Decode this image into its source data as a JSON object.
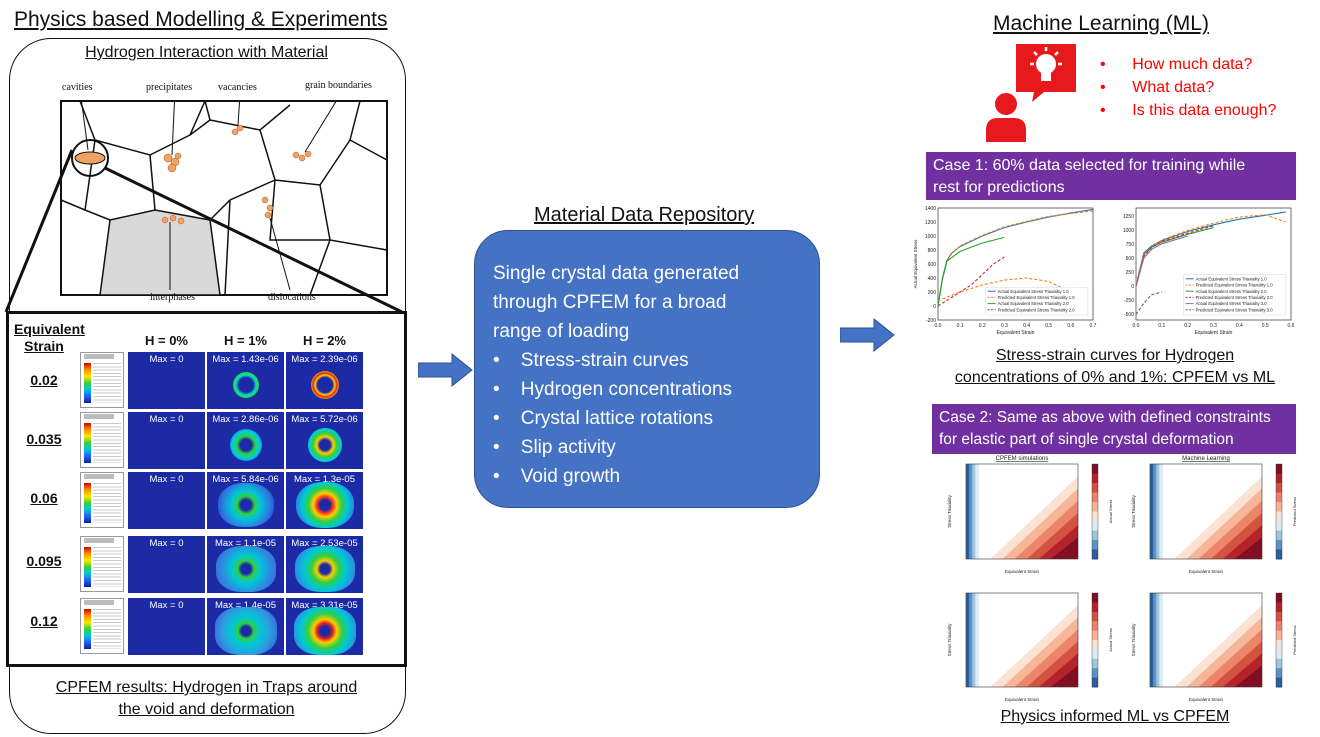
{
  "left": {
    "title": "Physics based Modelling & Experiments",
    "subtitle": "Hydrogen Interaction with Material",
    "trap_labels": {
      "cavities": "cavities",
      "precipitates": "precipitates",
      "vacancies": "vacancies",
      "grain_boundaries": "grain boundaries",
      "interphases": "interphases",
      "dislocations": "dislocations"
    },
    "strain_header": "Equivalent Strain",
    "columns": [
      "H = 0%",
      "H = 1%",
      "H = 2%"
    ],
    "rows": [
      {
        "strain": "0.02",
        "max": [
          "Max = 0",
          "Max = 1.43e-06",
          "Max = 2.39e-06"
        ]
      },
      {
        "strain": "0.035",
        "max": [
          "Max = 0",
          "Max = 2.86e-06",
          "Max = 5.72e-06"
        ]
      },
      {
        "strain": "0.06",
        "max": [
          "Max = 0",
          "Max = 5.84e-06",
          "Max = 1.3e-05"
        ]
      },
      {
        "strain": "0.095",
        "max": [
          "Max = 0",
          "Max = 1.1e-05",
          "Max = 2.53e-05"
        ]
      },
      {
        "strain": "0.12",
        "max": [
          "Max = 0",
          "Max = 1.4e-05",
          "Max = 3.31e-05"
        ]
      }
    ],
    "caption_line1": "CPFEM results: Hydrogen in Traps around",
    "caption_line2": "the void and deformation"
  },
  "middle": {
    "title": "Material Data Repository",
    "intro_lines": [
      "Single crystal data generated",
      "through CPFEM for a broad",
      "range of loading"
    ],
    "bullets": [
      "Stress-strain curves",
      "Hydrogen concentrations",
      "Crystal lattice rotations",
      "Slip activity",
      "Void growth"
    ]
  },
  "right": {
    "title": "Machine Learning (ML)",
    "questions": [
      "How much data?",
      "What data?",
      "Is this data enough?"
    ],
    "case1_lines": [
      "Case 1: 60% data selected for training while",
      "rest for predictions"
    ],
    "stress_caption_line1": "Stress-strain curves for Hydrogen",
    "stress_caption_line2": "concentrations of 0% and 1%: CPFEM vs ML",
    "case2_lines": [
      "Case 2: Same as above with defined constraints",
      "for elastic part of single crystal deformation"
    ],
    "heatmap_titles": [
      "CPFEM simulations",
      "Machine Learning"
    ],
    "bottom_caption": "Physics informed ML vs CPFEM"
  },
  "colors": {
    "accent_blue": "#4472c4",
    "purple": "#7030a0",
    "red": "#ff0000",
    "ml_icon_red": "#e8191c"
  },
  "chart_data": [
    {
      "type": "line",
      "xlabel": "Equivalent Strain",
      "ylabel": "Actual Equivalent Stress",
      "xlim": [
        0,
        0.7
      ],
      "ylim": [
        -200,
        1400
      ],
      "xticks": [
        "0.0",
        "0.1",
        "0.2",
        "0.3",
        "0.4",
        "0.5",
        "0.6",
        "0.7"
      ],
      "yticks": [
        "-200",
        "0",
        "200",
        "400",
        "600",
        "800",
        "1000",
        "1200",
        "1400"
      ],
      "series": [
        {
          "name": "Actual Equivalent Stress Triaxiality 1.0",
          "color": "#1f77b4",
          "dash": false,
          "x": [
            0,
            0.02,
            0.04,
            0.06,
            0.1,
            0.2,
            0.3,
            0.4,
            0.5,
            0.6,
            0.7
          ],
          "y": [
            0,
            400,
            650,
            750,
            850,
            1000,
            1120,
            1200,
            1270,
            1330,
            1380
          ]
        },
        {
          "name": "Predicted Equivalent Stress Triaxiality 1.0",
          "color": "#ff7f0e",
          "dash": true,
          "x": [
            0,
            0.02,
            0.04,
            0.06,
            0.1,
            0.2,
            0.3,
            0.4,
            0.5,
            0.6,
            0.7
          ],
          "y": [
            20,
            380,
            630,
            740,
            860,
            1010,
            1130,
            1210,
            1280,
            1320,
            1360
          ]
        },
        {
          "name": "Actual Equivalent Stress Triaxiality 2.0",
          "color": "#2ca02c",
          "dash": false,
          "x": [
            0,
            0.02,
            0.04,
            0.1,
            0.2,
            0.3
          ],
          "y": [
            0,
            380,
            640,
            780,
            900,
            980
          ]
        },
        {
          "name": "Predicted Equivalent Stress Triaxiality 2.0",
          "color": "#d62728",
          "dash": true,
          "x": [
            0,
            0.05,
            0.1,
            0.15,
            0.2,
            0.25,
            0.3
          ],
          "y": [
            0,
            100,
            200,
            300,
            450,
            600,
            700
          ]
        },
        {
          "name": "",
          "color": "#ff7f0e",
          "dash": true,
          "x": [
            0.02,
            0.1,
            0.2,
            0.3,
            0.4,
            0.5,
            0.6
          ],
          "y": [
            100,
            200,
            300,
            370,
            400,
            350,
            200
          ]
        }
      ]
    },
    {
      "type": "line",
      "xlabel": "Equivalent Strain",
      "ylabel": "",
      "xlim": [
        0,
        0.6
      ],
      "ylim": [
        -600,
        1400
      ],
      "xticks": [
        "0.0",
        "0.1",
        "0.2",
        "0.3",
        "0.4",
        "0.5",
        "0.6"
      ],
      "yticks": [
        "-500",
        "-250",
        "0",
        "250",
        "500",
        "750",
        "1000",
        "1250"
      ],
      "series": [
        {
          "name": "Actual Equivalent Stress Triaxiality 1.0",
          "color": "#1f77b4",
          "dash": false,
          "x": [
            0,
            0.03,
            0.06,
            0.1,
            0.2,
            0.3,
            0.4,
            0.5,
            0.58
          ],
          "y": [
            0,
            600,
            720,
            820,
            980,
            1100,
            1200,
            1270,
            1330
          ]
        },
        {
          "name": "Predicted Equivalent Stress Triaxiality 1.0",
          "color": "#ff7f0e",
          "dash": true,
          "x": [
            0,
            0.03,
            0.06,
            0.1,
            0.2,
            0.3,
            0.4,
            0.5,
            0.58
          ],
          "y": [
            50,
            580,
            700,
            830,
            1000,
            1130,
            1240,
            1280,
            1150
          ]
        },
        {
          "name": "Actual Equivalent Stress Triaxiality 2.0",
          "color": "#2ca02c",
          "dash": false,
          "x": [
            0,
            0.03,
            0.06,
            0.1,
            0.2,
            0.3
          ],
          "y": [
            0,
            560,
            700,
            790,
            930,
            1050
          ]
        },
        {
          "name": "Predicted Equivalent Stress Triaxiality 2.0",
          "color": "#d62728",
          "dash": true,
          "x": [
            0,
            0.03,
            0.06,
            0.1,
            0.2,
            0.3
          ],
          "y": [
            0,
            540,
            690,
            800,
            950,
            1080
          ]
        },
        {
          "name": "Actual Equivalent Stress Triaxiality 3.0",
          "color": "#9467bd",
          "dash": false,
          "x": [
            0,
            0.03,
            0.06,
            0.1,
            0.2
          ],
          "y": [
            0,
            500,
            660,
            760,
            900
          ]
        },
        {
          "name": "Predicted Equivalent Stress Triaxiality 3.0",
          "color": "#8c564b",
          "dash": true,
          "x": [
            0,
            0.03,
            0.06,
            0.1
          ],
          "y": [
            -500,
            -300,
            -150,
            -100
          ]
        }
      ]
    },
    {
      "type": "heatmap",
      "title": "CPFEM simulations",
      "xlabel": "Equivalent Strain",
      "ylabel": "Stress Triaxiality",
      "colorbar_label": "Actual Stress",
      "colorbar_range": [
        0,
        1000
      ],
      "xlim": [
        0,
        0.35
      ],
      "ylim": [
        1.0,
        3.0
      ]
    },
    {
      "type": "heatmap",
      "title": "Machine Learning",
      "xlabel": "Equivalent Strain",
      "ylabel": "Stress Triaxiality",
      "colorbar_label": "Predicted Stress",
      "colorbar_range": [
        0,
        1000
      ],
      "xlim": [
        0,
        0.35
      ],
      "ylim": [
        1.0,
        3.0
      ]
    },
    {
      "type": "heatmap",
      "title": "",
      "xlabel": "Equivalent Strain",
      "ylabel": "Stress Triaxiality",
      "colorbar_label": "Actual Stress",
      "colorbar_range": [
        0,
        1000
      ],
      "xlim": [
        0,
        0.35
      ],
      "ylim": [
        1.0,
        3.0
      ]
    },
    {
      "type": "heatmap",
      "title": "",
      "xlabel": "Equivalent Strain",
      "ylabel": "Stress Triaxiality",
      "colorbar_label": "Predicted Stress",
      "colorbar_range": [
        0,
        1000
      ],
      "xlim": [
        0,
        0.35
      ],
      "ylim": [
        1.0,
        3.0
      ]
    }
  ]
}
